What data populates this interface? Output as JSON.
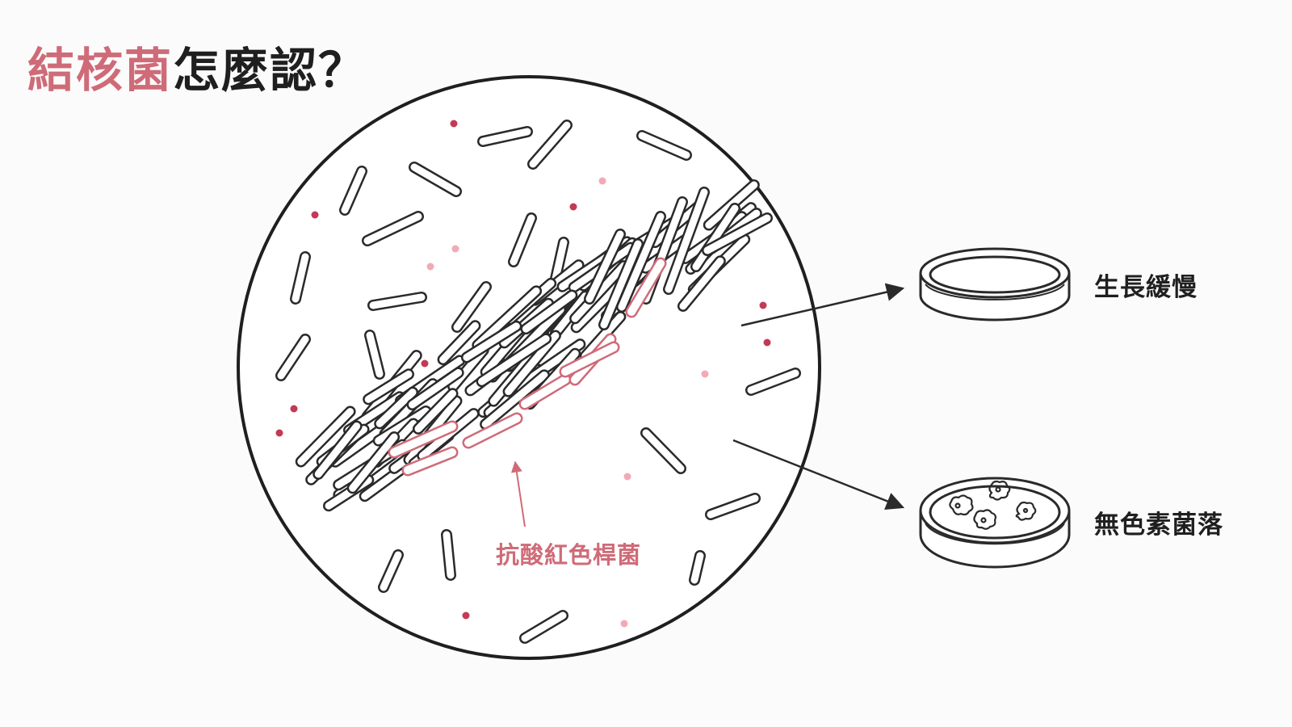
{
  "title": {
    "accent": "結核菌",
    "main": "怎麼認？"
  },
  "annotations": {
    "acid_fast": "抗酸紅色桿菌",
    "slow_growth": "生長緩慢",
    "colonies": "無色素菌落"
  },
  "colors": {
    "accent": "#cf6b78",
    "ink": "#1f1f1f",
    "background": "#fbfbfb",
    "dot_dark": "#c33a55",
    "dot_light": "#f2aab5"
  },
  "icons": [
    "microscope-field",
    "petri-dish-empty",
    "petri-dish-colonies",
    "arrow-right"
  ]
}
